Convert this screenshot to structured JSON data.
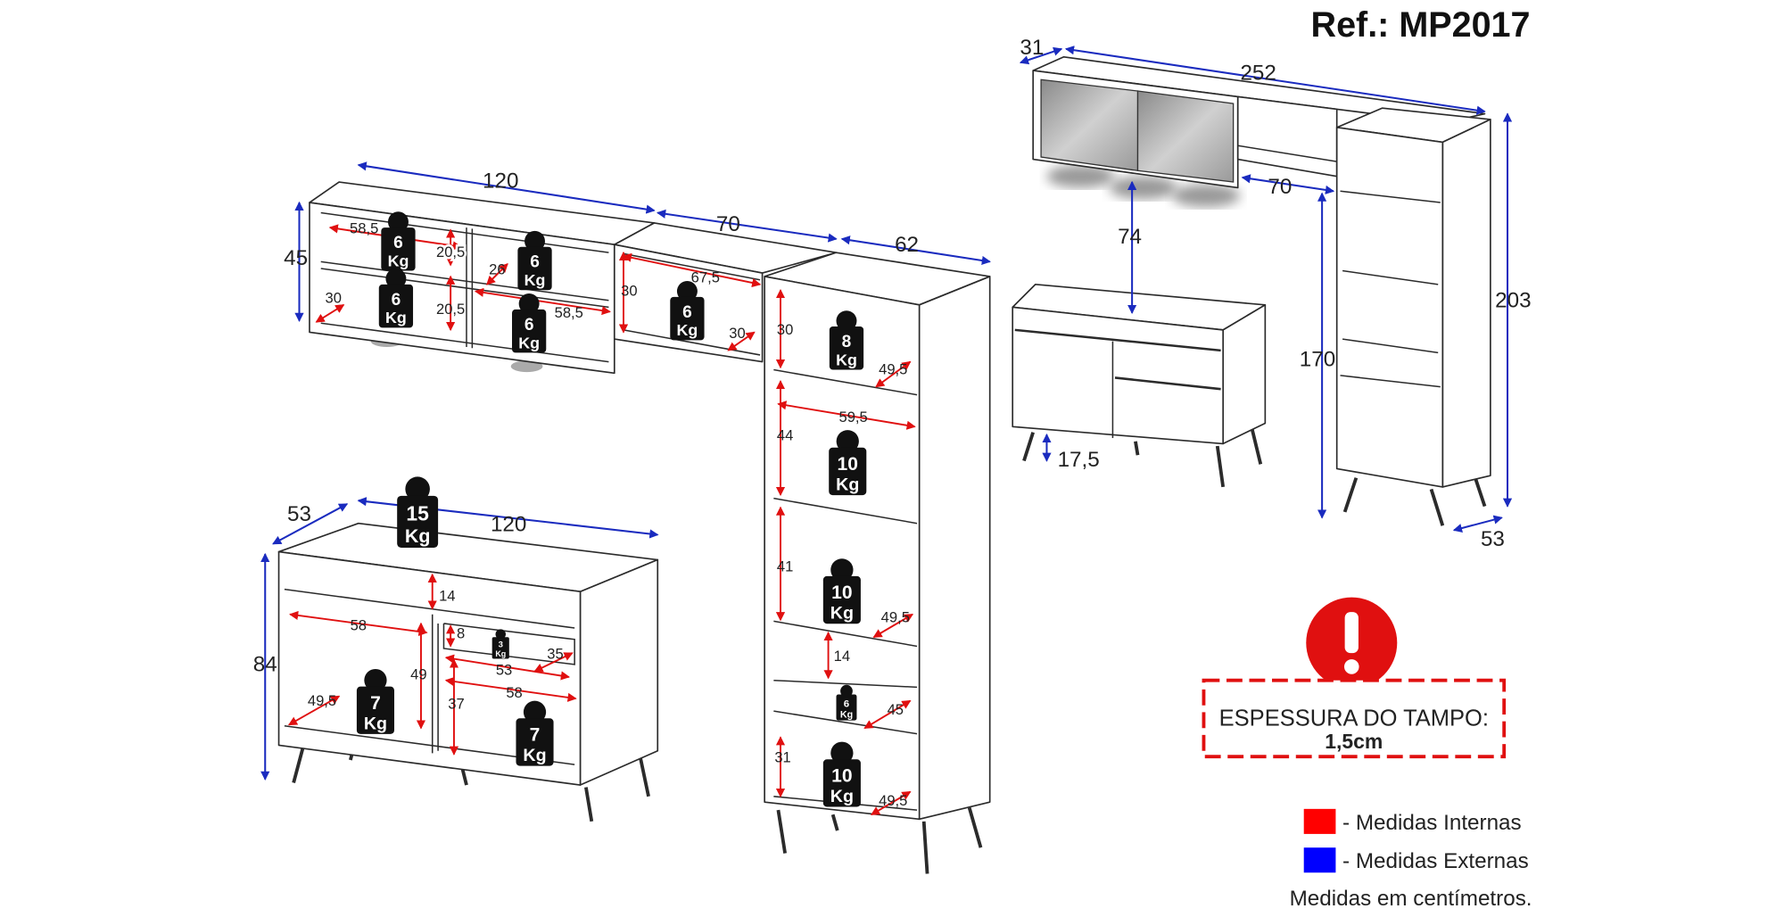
{
  "title": "Ref.: MP2017",
  "external_dims": {
    "upper_120": "120",
    "upper_70": "70",
    "tall_62": "62",
    "upper_45": "45",
    "base_53": "53",
    "base_120": "120",
    "base_84": "84",
    "wall_31": "31",
    "wall_252": "252",
    "gap_70": "70",
    "gap_74": "74",
    "leg_17_5": "17,5",
    "tall_203": "203",
    "tall_170": "170",
    "tall_53": "53"
  },
  "internal_dims": {
    "a_58_5_top": "58,5",
    "a_20_5_top": "20,5",
    "a_26": "26",
    "a_30": "30",
    "a_20_5_bot": "20,5",
    "a_58_5_bot": "58,5",
    "b_67_5": "67,5",
    "b_30_h": "30",
    "b_30_d": "30",
    "c_30": "30",
    "c_49_5_a": "49,5",
    "c_44": "44",
    "c_59_5": "59,5",
    "c_41": "41",
    "c_49_5_b": "49,5",
    "c_14": "14",
    "c_45": "45",
    "c_31": "31",
    "c_49_5_c": "49,5",
    "d_14": "14",
    "d_58_a": "58",
    "d_8": "8",
    "d_35": "35",
    "d_49": "49",
    "d_53": "53",
    "d_58_b": "58",
    "d_37": "37",
    "d_49_5": "49,5"
  },
  "weights": {
    "a1": "6",
    "a2": "6",
    "a3": "6",
    "a4": "6",
    "b1": "6",
    "c1": "8",
    "c2": "10",
    "c3": "10",
    "c4": "6",
    "c5": "10",
    "d_top": "15",
    "d_drawer": "3",
    "d_left": "7",
    "d_right": "7",
    "unit": "Kg"
  },
  "warning": {
    "label": "ESPESSURA DO TAMPO:",
    "value": "1,5cm",
    "color": "#e01010"
  },
  "legend": {
    "internal": {
      "label": "- Medidas Internas",
      "color": "#ff0000"
    },
    "external": {
      "label": "- Medidas Externas",
      "color": "#0000ff"
    },
    "note": "Medidas em centímetros."
  }
}
